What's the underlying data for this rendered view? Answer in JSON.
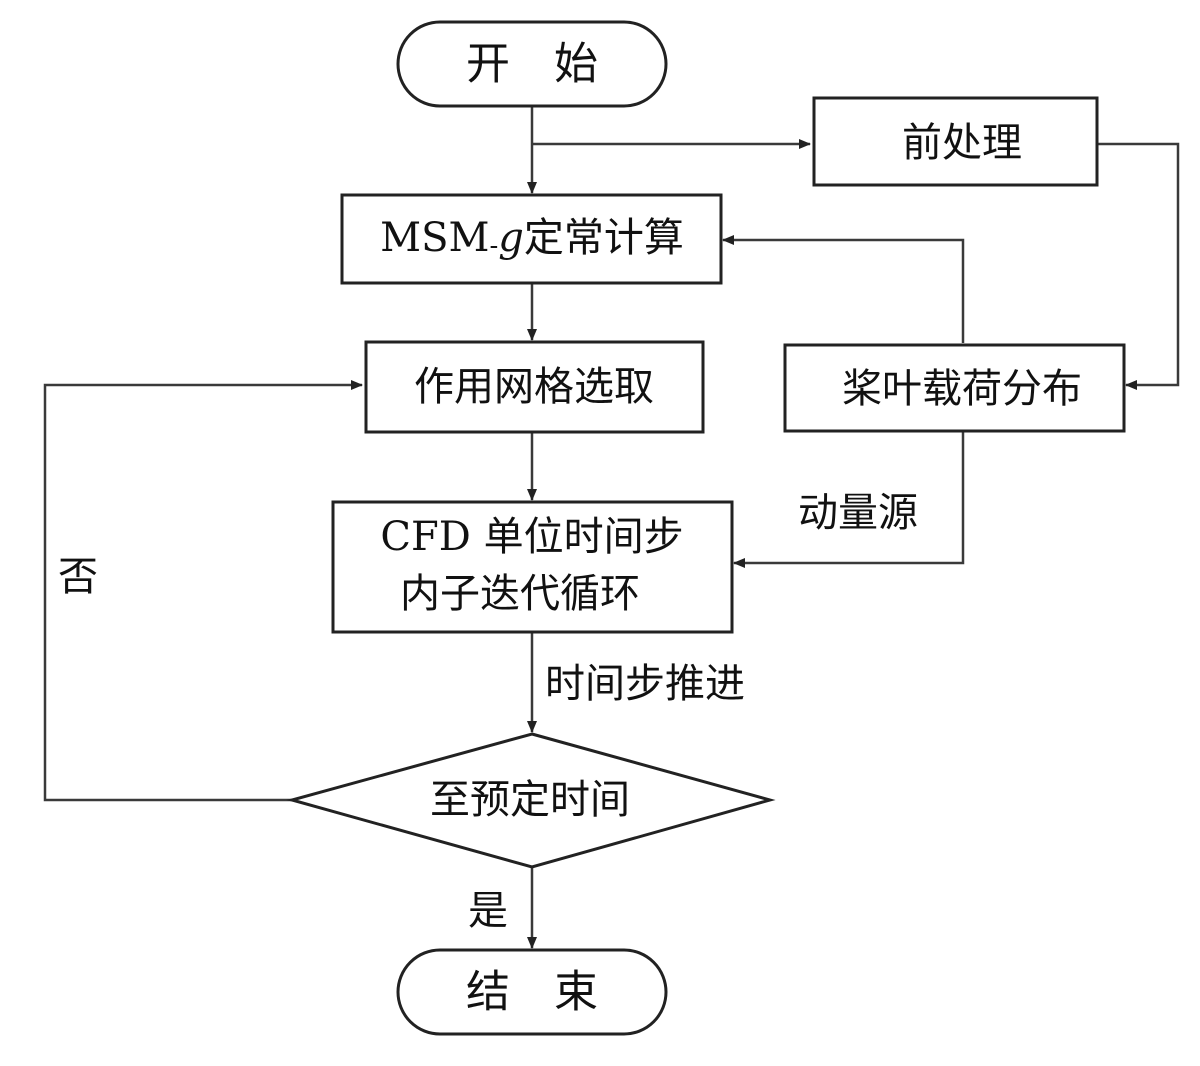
{
  "nodes": {
    "start": "开　始",
    "preprocess": "前处理",
    "steady_prefix": "MSM",
    "steady_sub": "-",
    "steady_g": "g",
    "steady_suffix": "定常计算",
    "grid_select": "作用网格选取",
    "blade_load": "桨叶载荷分布",
    "cfd_line1": "CFD 单位时间步",
    "cfd_line2": "内子迭代循环",
    "decision": "至预定时间",
    "end": "结　束"
  },
  "edge_labels": {
    "momentum_source": "动量源",
    "time_advance": "时间步推进",
    "no": "否",
    "yes": "是"
  },
  "colors": {
    "stroke": "#222222",
    "background": "#ffffff"
  }
}
